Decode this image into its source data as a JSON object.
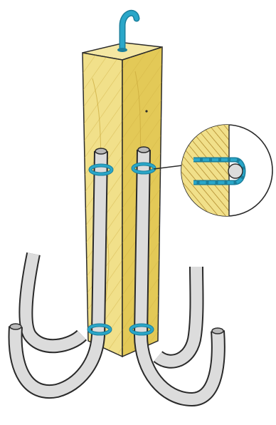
{
  "illustration": {
    "subject": "wooden-post-tool-hanger",
    "colors": {
      "wood_light": "#f1e08a",
      "wood_mid": "#e3c957",
      "wood_dark": "#c9a83a",
      "wood_grain": "#b08a2c",
      "outline": "#2a2a2a",
      "hook_blue": "#2aa7c9",
      "hook_blue_dark": "#1b7f9c",
      "tube_fill": "#dcdcdc",
      "tube_shade": "#b9b9b9",
      "background": "#ffffff"
    },
    "parts": {
      "hanging_hook_count": 1,
      "tube_count": 4,
      "clip_count": 4,
      "detail_inset_count": 1
    }
  }
}
